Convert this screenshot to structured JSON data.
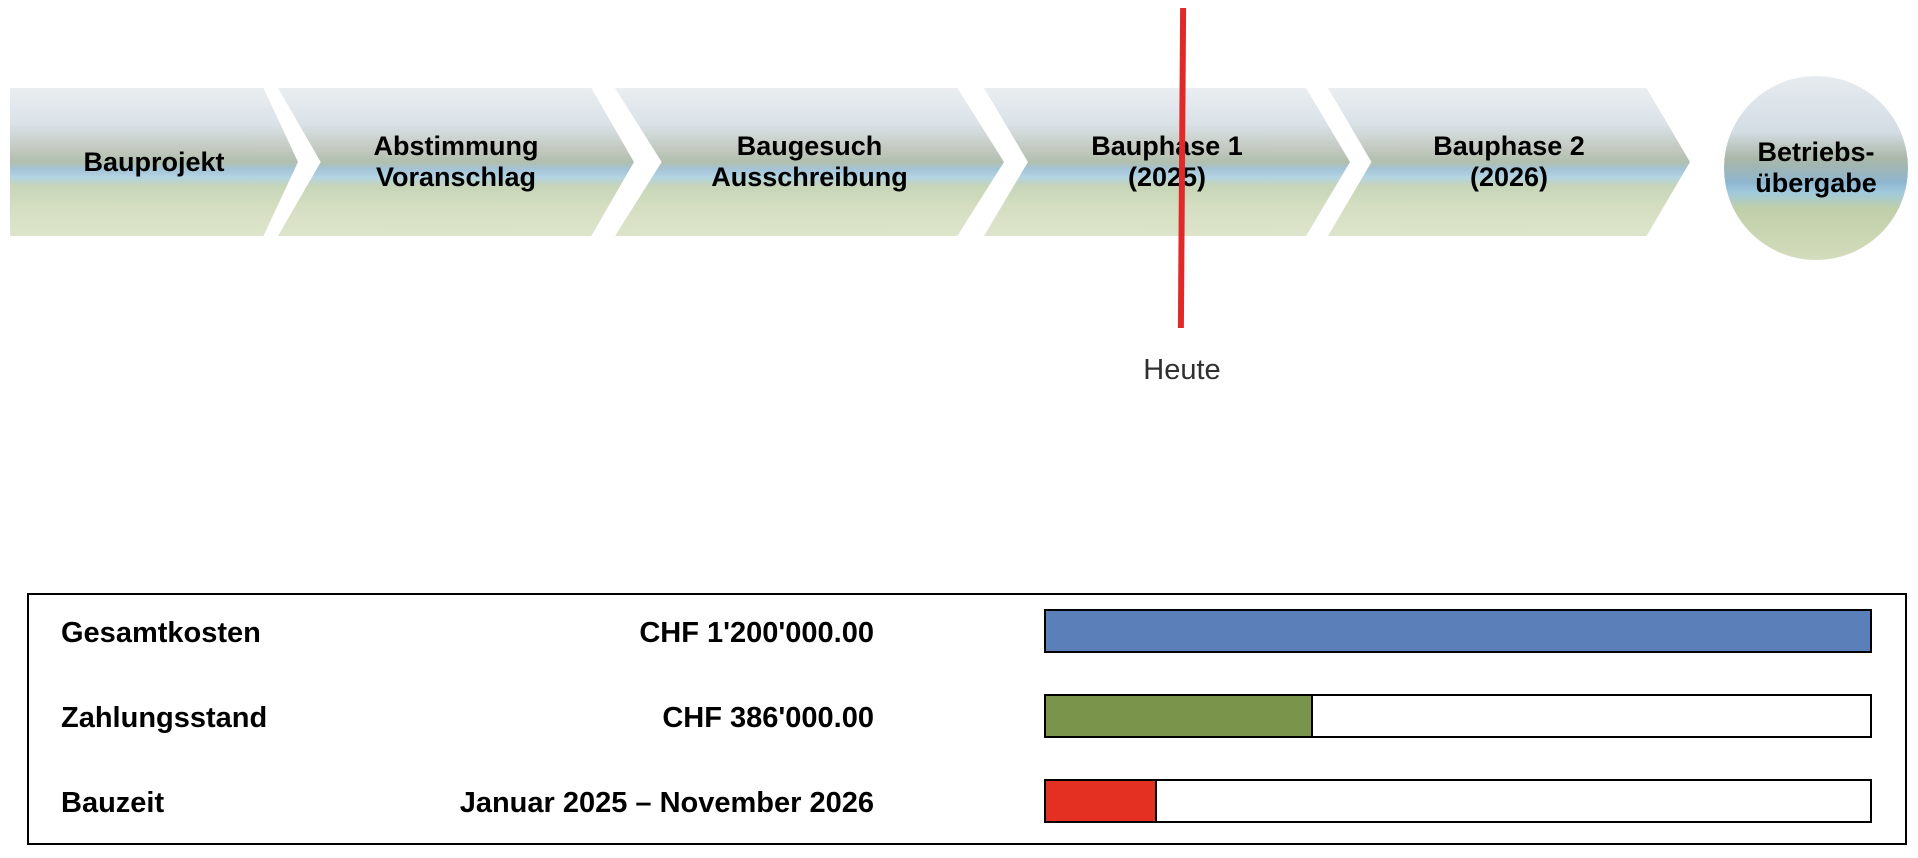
{
  "phases": [
    {
      "label": "Bauprojekt"
    },
    {
      "label": "Abstimmung\nVoranschlag"
    },
    {
      "label": "Baugesuch\nAusschreibung"
    },
    {
      "label": "Bauphase 1\n(2025)"
    },
    {
      "label": "Bauphase 2\n(2026)"
    },
    {
      "label": "Betriebs-\nübergabe"
    }
  ],
  "today": {
    "label": "Heute"
  },
  "summary": {
    "rows": [
      {
        "name": "Gesamtkosten",
        "value": "CHF 1'200'000.00",
        "progress": 1.0,
        "color": "#5b7fb8"
      },
      {
        "name": "Zahlungsstand",
        "value": "CHF 386'000.00",
        "progress": 0.322,
        "color": "#7b944b"
      },
      {
        "name": "Bauzeit",
        "value": "Januar 2025 – November 2026",
        "progress": 0.132,
        "color": "#e42f23"
      }
    ]
  }
}
